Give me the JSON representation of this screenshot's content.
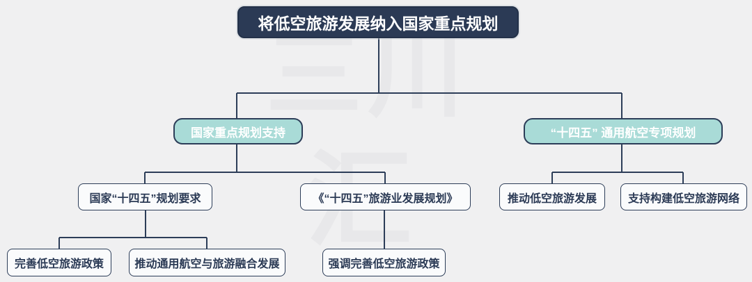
{
  "diagram": {
    "watermark": {
      "line1": "三川",
      "line2": "汇"
    },
    "colors": {
      "navy": "#2b3a55",
      "teal": "#a9dbd7",
      "background": "#f0f0f1",
      "box_fill": "#fafbfc",
      "line": "#2c3d58",
      "white_text": "#ffffff"
    },
    "root": {
      "label": "将低空旅游发展纳入国家重点规划",
      "children": [
        {
          "label": "国家重点规划支持",
          "children": [
            {
              "label": "国家“十四五”规划要求",
              "children": [
                {
                  "label": "完善低空旅游政策"
                },
                {
                  "label": "推动通用航空与旅游融合发展"
                }
              ]
            },
            {
              "label": "《“十四五”旅游业发展规划》",
              "children": [
                {
                  "label": "强调完善低空旅游政策"
                }
              ]
            }
          ]
        },
        {
          "label": "“十四五” 通用航空专项规划",
          "children": [
            {
              "label": "推动低空旅游发展"
            },
            {
              "label": "支持构建低空旅游网络"
            }
          ]
        }
      ]
    }
  }
}
